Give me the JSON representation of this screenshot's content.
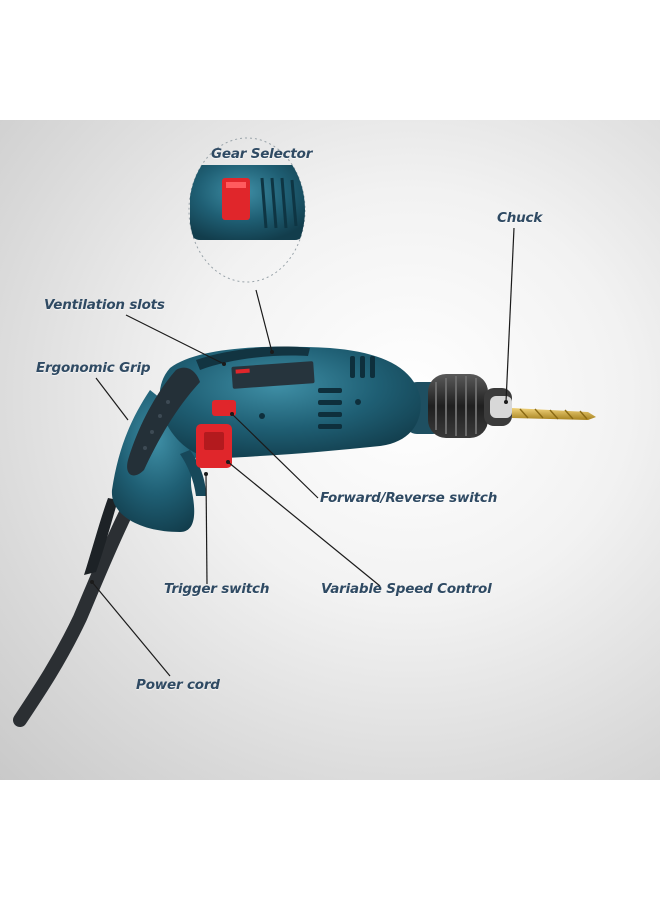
{
  "labels": {
    "gear_selector": "Gear Selector",
    "chuck": "Chuck",
    "ventilation_slots": "Ventilation slots",
    "ergonomic_grip": "Ergonomic Grip",
    "forward_reverse": "Forward/Reverse switch",
    "trigger_switch": "Trigger switch",
    "variable_speed": "Variable Speed Control",
    "power_cord": "Power cord"
  },
  "colors": {
    "body": "#1f5f74",
    "grip": "#243038",
    "switch": "#e0262b",
    "chuck": "#2a2a2a",
    "drill_bit": "#c9a53a",
    "label_text": "#2f4a63",
    "cord": "#2b2f33"
  }
}
